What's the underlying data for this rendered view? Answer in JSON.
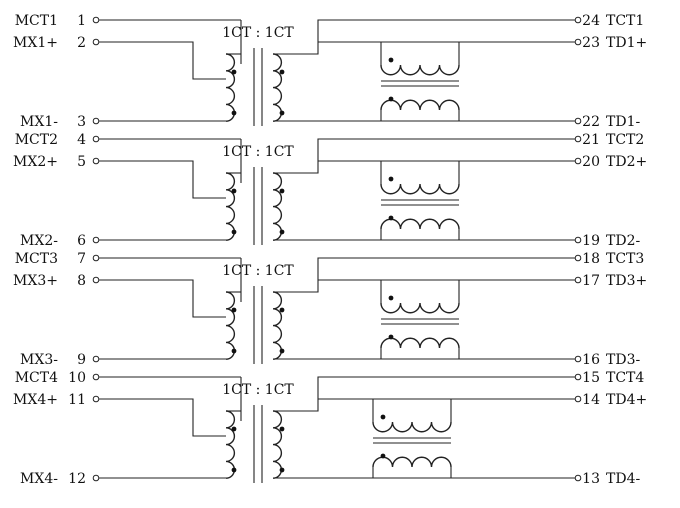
{
  "channels": [
    {
      "ratio": "1CT : 1CT",
      "left": [
        {
          "name": "MCT1",
          "num": "1"
        },
        {
          "name": "MX1+",
          "num": "2"
        },
        {
          "name": "MX1-",
          "num": "3"
        }
      ],
      "right": [
        {
          "num": "24",
          "name": "TCT1"
        },
        {
          "num": "23",
          "name": "TD1+"
        },
        {
          "num": "22",
          "name": "TD1-"
        }
      ]
    },
    {
      "ratio": "1CT : 1CT",
      "left": [
        {
          "name": "MCT2",
          "num": "4"
        },
        {
          "name": "MX2+",
          "num": "5"
        },
        {
          "name": "MX2-",
          "num": "6"
        }
      ],
      "right": [
        {
          "num": "21",
          "name": "TCT2"
        },
        {
          "num": "20",
          "name": "TD2+"
        },
        {
          "num": "19",
          "name": "TD2-"
        }
      ]
    },
    {
      "ratio": "1CT : 1CT",
      "left": [
        {
          "name": "MCT3",
          "num": "7"
        },
        {
          "name": "MX3+",
          "num": "8"
        },
        {
          "name": "MX3-",
          "num": "9"
        }
      ],
      "right": [
        {
          "num": "18",
          "name": "TCT3"
        },
        {
          "num": "17",
          "name": "TD3+"
        },
        {
          "num": "16",
          "name": "TD3-"
        }
      ]
    },
    {
      "ratio": "1CT : 1CT",
      "left": [
        {
          "name": "MCT4",
          "num": "10"
        },
        {
          "name": "MX4+",
          "num": "11"
        },
        {
          "name": "MX4-",
          "num": "12"
        }
      ],
      "right": [
        {
          "num": "15",
          "name": "TCT4"
        },
        {
          "num": "14",
          "name": "TD4+"
        },
        {
          "num": "13",
          "name": "TD4-"
        }
      ]
    }
  ]
}
